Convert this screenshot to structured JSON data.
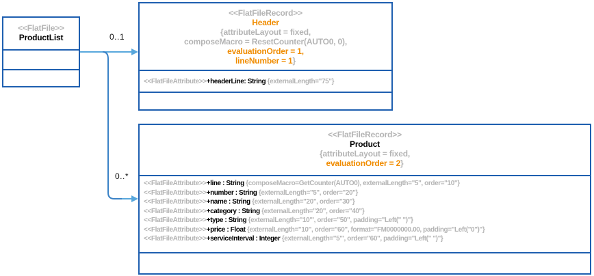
{
  "colors": {
    "border_blue": "#1e5fb0",
    "arrow_blue": "#58a7dc",
    "branch_blue": "#3a82c6",
    "gray": "#b4b4b4",
    "orange": "#f08c00"
  },
  "product_list": {
    "stereotype": "<<FlatFile>>",
    "name": "ProductList"
  },
  "associations": {
    "header_multiplicity": "0..1",
    "product_multiplicity": "0..*"
  },
  "header_record": {
    "stereotype": "<<FlatFileRecord>>",
    "name": "Header",
    "props_line1": "{attributeLayout = fixed,",
    "props_line2": "composeMacro = ResetCounter(AUTO0, 0),",
    "props_line3": "evaluationOrder = 1,",
    "props_line4": "lineNumber = 1",
    "props_close": "}",
    "attribute": {
      "stereotype": "<<FlatFileAttribute>>",
      "signature": "+headerLine: String ",
      "props": "{externalLength=\"75\"}"
    }
  },
  "product_record": {
    "stereotype": "<<FlatFileRecord>>",
    "name": "Product",
    "props_line1": "{attributeLayout = fixed,",
    "props_line2": "evaluationOrder = 2",
    "props_close": "}",
    "attributes": [
      {
        "stereotype": "<<FlatFileAttribute>>",
        "signature": "+line : String ",
        "props": "{composeMacro=GetCounter(AUTO0), externalLength=\"5\", order=\"10\"}"
      },
      {
        "stereotype": "<<FlatFileAttribute>>",
        "signature": "+number : String ",
        "props": "{externalLength=\"5\", order=\"20\"}"
      },
      {
        "stereotype": "<<FlatFileAttribute>>",
        "signature": "+name : String ",
        "props": "{externalLength=\"20\", order=\"30\"}"
      },
      {
        "stereotype": "<<FlatFileAttribute>>",
        "signature": "+category : String ",
        "props": "{externalLength=\"20\", order=\"40\"}"
      },
      {
        "stereotype": "<<FlatFileAttribute>>",
        "signature": "+type : String ",
        "props": "{externalLength=\"10\"', order=\"50\", padding=\"Left(\" \")\"}"
      },
      {
        "stereotype": "<<FlatFileAttribute>>",
        "signature": "+price : Float ",
        "props": "{externalLength=\"10\", order=\"60\", format=\"FM0000000.00, padding=\"Left(\"0\")\"}"
      },
      {
        "stereotype": "<<FlatFileAttribute>>",
        "signature": "+serviceInterval : Integer ",
        "props": "{externalLength=\"5\"', order=\"60\", padding=\"Left(\" \")\"}"
      }
    ]
  }
}
